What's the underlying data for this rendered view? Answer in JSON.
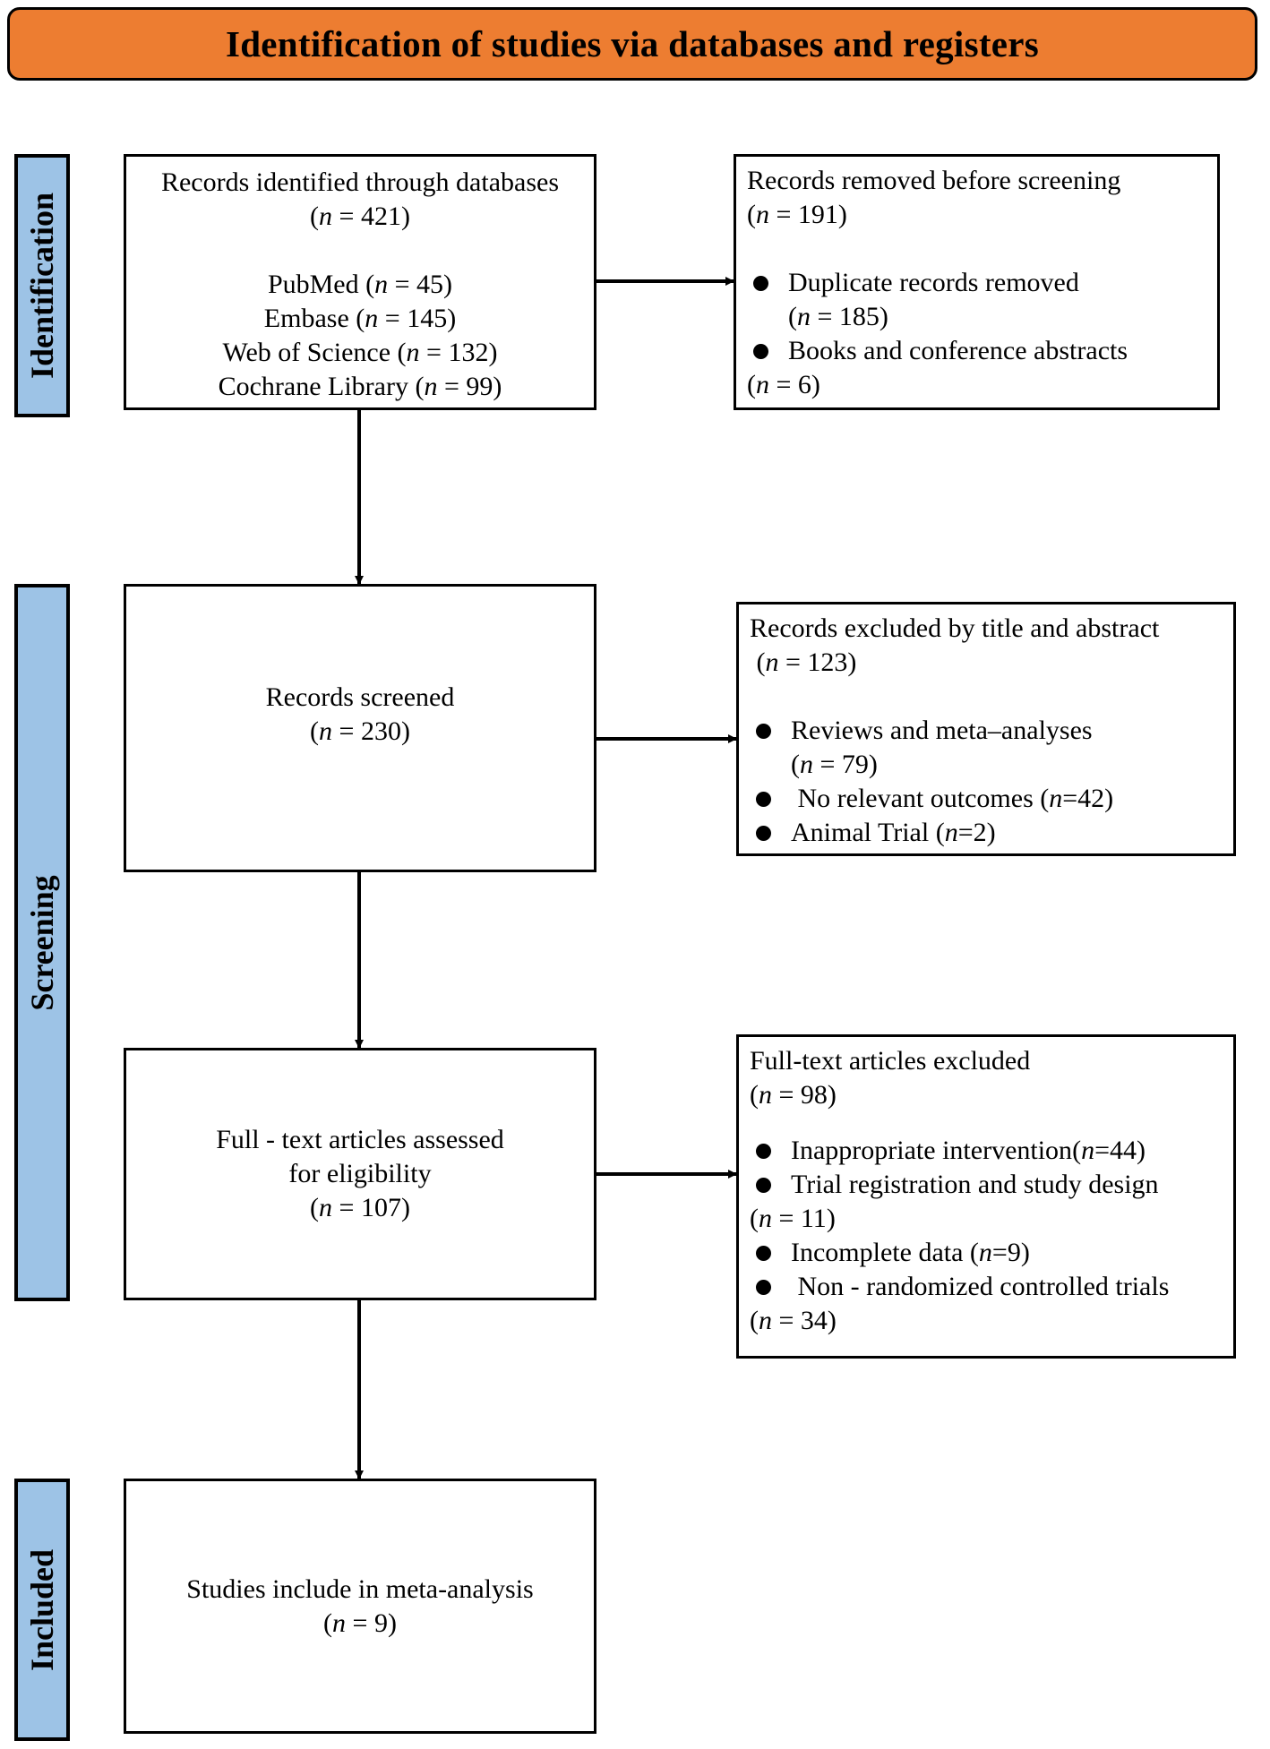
{
  "title": "Identification of studies via databases and registers",
  "stages": {
    "identification": "Identification",
    "screening": "Screening",
    "included": "Included"
  },
  "identified": {
    "heading": "Records identified through databases",
    "n": "421",
    "sources": [
      {
        "name": "PubMed",
        "n": "45"
      },
      {
        "name": "Embase",
        "n": "145"
      },
      {
        "name": "Web of Science",
        "n": "132"
      },
      {
        "name": "Cochrane Library",
        "n": "99"
      }
    ]
  },
  "removed": {
    "heading": "Records removed before screening",
    "n": "191",
    "items": [
      {
        "label": "Duplicate records removed",
        "n": "185"
      },
      {
        "label": "Books and conference abstracts",
        "n": "6"
      }
    ]
  },
  "screened": {
    "heading": "Records screened",
    "n": "230"
  },
  "excluded_title": {
    "heading": "Records excluded by title and abstract",
    "n": "123",
    "items": [
      {
        "label": "Reviews and meta–analyses",
        "n": "79"
      },
      {
        "label": "No relevant outcomes",
        "n": "42"
      },
      {
        "label": "Animal Trial",
        "n": "2"
      }
    ]
  },
  "assessed": {
    "line1": "Full - text articles assessed",
    "line2": "for eligibility",
    "n": "107"
  },
  "excluded_full": {
    "heading": "Full-text articles excluded",
    "n": "98",
    "items": [
      {
        "label": "Inappropriate intervention",
        "n": "44"
      },
      {
        "label": "Trial registration and study design",
        "n": "11"
      },
      {
        "label": "Incomplete data",
        "n": "9"
      },
      {
        "label": "Non - randomized controlled trials",
        "n": "34"
      }
    ]
  },
  "included": {
    "heading": "Studies include in meta-analysis",
    "n": "9"
  },
  "colors": {
    "banner": "#ED7D31",
    "stage": "#9DC3E6",
    "border": "#000000"
  }
}
